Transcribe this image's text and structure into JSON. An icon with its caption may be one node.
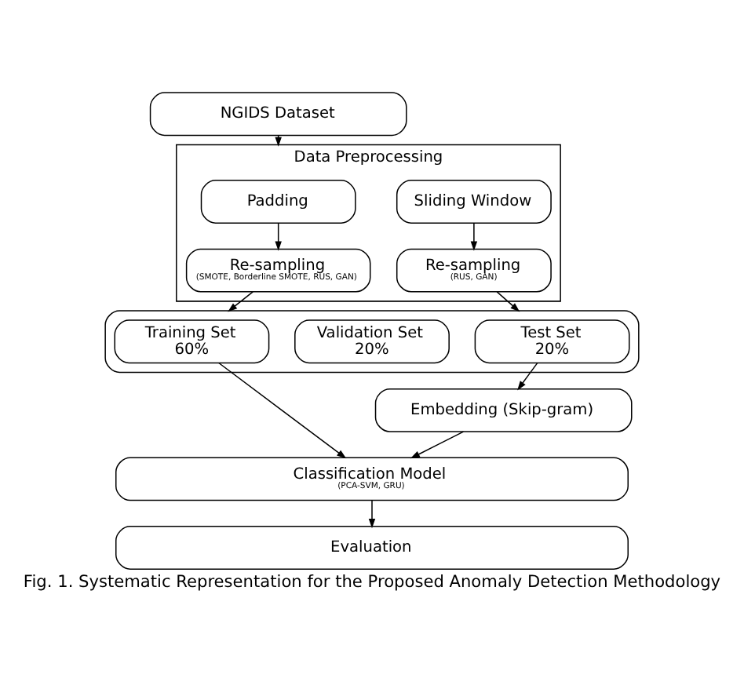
{
  "diagram": {
    "caption": "Fig. 1. Systematic Representation for the Proposed Anomaly Detection Methodology",
    "nodes": [
      {
        "text": [
          "NGIDS Dataset"
        ]
      },
      {
        "text": [
          "Data Preprocessing"
        ]
      },
      {
        "text": [
          "Padding"
        ],
        "in": 1
      },
      {
        "text": [
          "Re-sampling",
          "(SMOTE, Borderline SMOTE, RUS, GAN)"
        ],
        "in": 1
      },
      {
        "text": [
          "Sliding Window"
        ],
        "in": 1
      },
      {
        "text": [
          "Re-sampling",
          "(RUS, GAN)"
        ],
        "in": 1
      },
      {
        "text": [],
        "shape": "box"
      },
      {
        "text": [
          "Training Set",
          "60%"
        ],
        "in": 6
      },
      {
        "text": [
          "Validation Set",
          "20%"
        ],
        "in": 6
      },
      {
        "text": [
          "Test Set",
          "20%"
        ],
        "in": 6
      },
      {
        "text": [
          "Embedding (Skip-gram)"
        ]
      },
      {
        "text": [
          "Classification Model",
          "(PCA-SVM, GRU)"
        ]
      },
      {
        "text": [
          "Evaluation"
        ]
      }
    ],
    "edges": [
      {
        "from": 0,
        "to": 1,
        "arrow": "to"
      },
      {
        "from": 2,
        "to": 3,
        "arrow": "to"
      },
      {
        "from": 4,
        "to": 5,
        "arrow": "to"
      },
      {
        "from": 3,
        "to": 6,
        "arrow": "to"
      },
      {
        "from": 5,
        "to": 6,
        "arrow": "to"
      },
      {
        "from": 7,
        "to": 11,
        "arrow": "to"
      },
      {
        "from": 9,
        "to": 10,
        "arrow": "to"
      },
      {
        "from": 10,
        "to": 11,
        "arrow": "to"
      },
      {
        "from": 11,
        "to": 12,
        "arrow": "to"
      }
    ]
  }
}
